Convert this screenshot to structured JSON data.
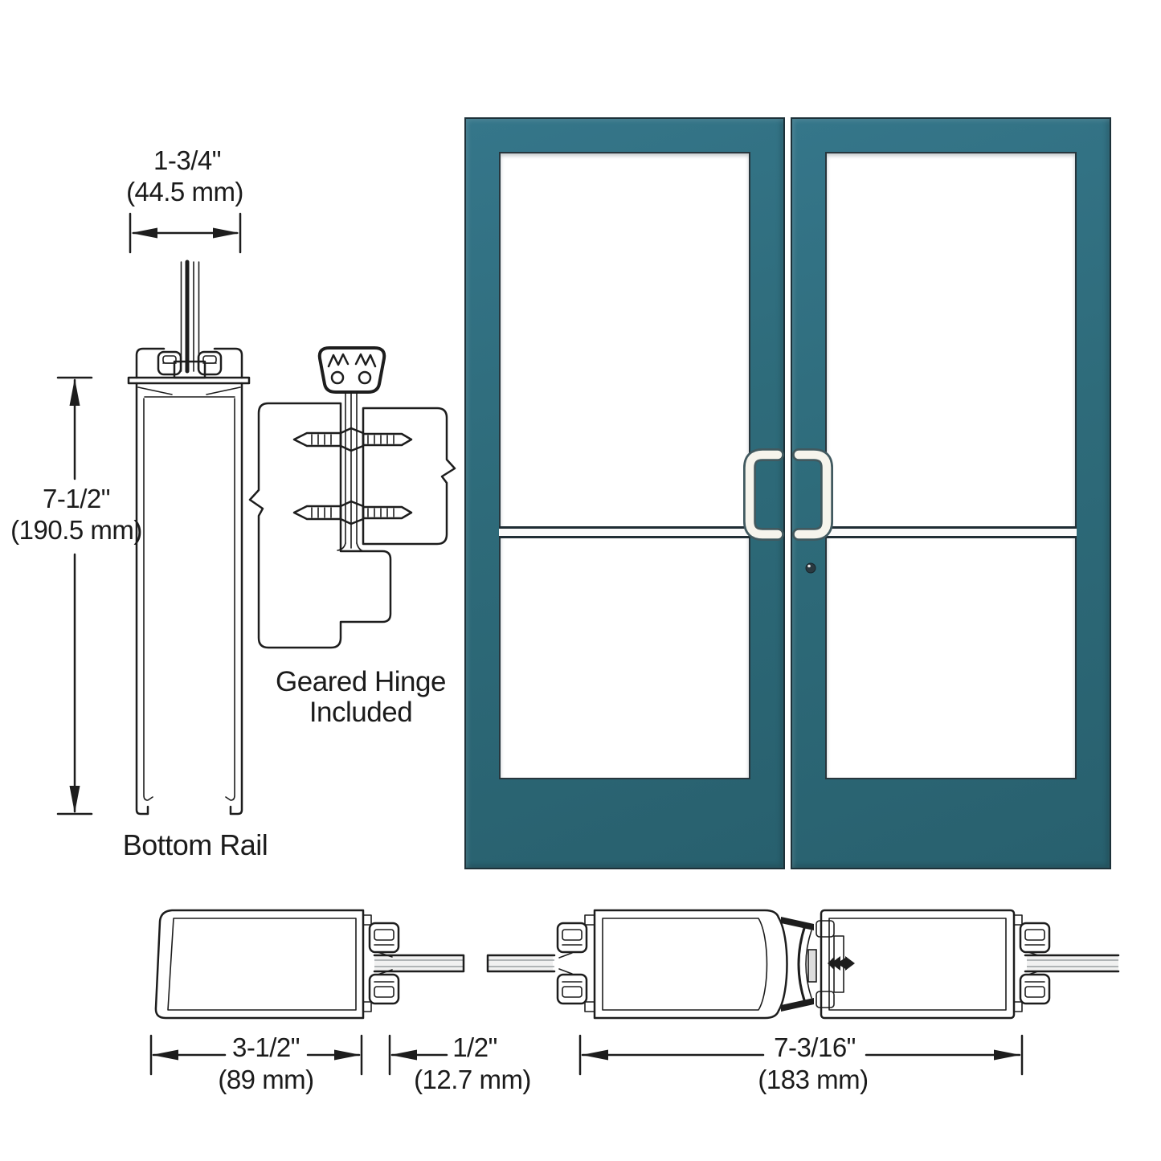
{
  "diagram": {
    "background": "#ffffff",
    "line_color": "#1d1d1d",
    "door": {
      "frame_color": "#2e6b7a",
      "outline_color": "#1d3139",
      "glass_color": "#ffffff",
      "handle_color": "#f6f4ec",
      "lock_color": "#2a3940"
    },
    "labels": {
      "bottom_rail": "Bottom Rail",
      "geared_hinge_line1": "Geared Hinge",
      "geared_hinge_line2": "Included"
    },
    "dimensions": {
      "rail_width": {
        "inches": "1-3/4\"",
        "metric": "(44.5 mm)"
      },
      "rail_height": {
        "inches": "7-1/2\"",
        "metric": "(190.5 mm)"
      },
      "lock_stile": {
        "inches": "3-1/2\"",
        "metric": "(89 mm)"
      },
      "glass_inset": {
        "inches": "1/2\"",
        "metric": "(12.7 mm)"
      },
      "hinge_stile": {
        "inches": "7-3/16\"",
        "metric": "(183 mm)"
      }
    }
  }
}
